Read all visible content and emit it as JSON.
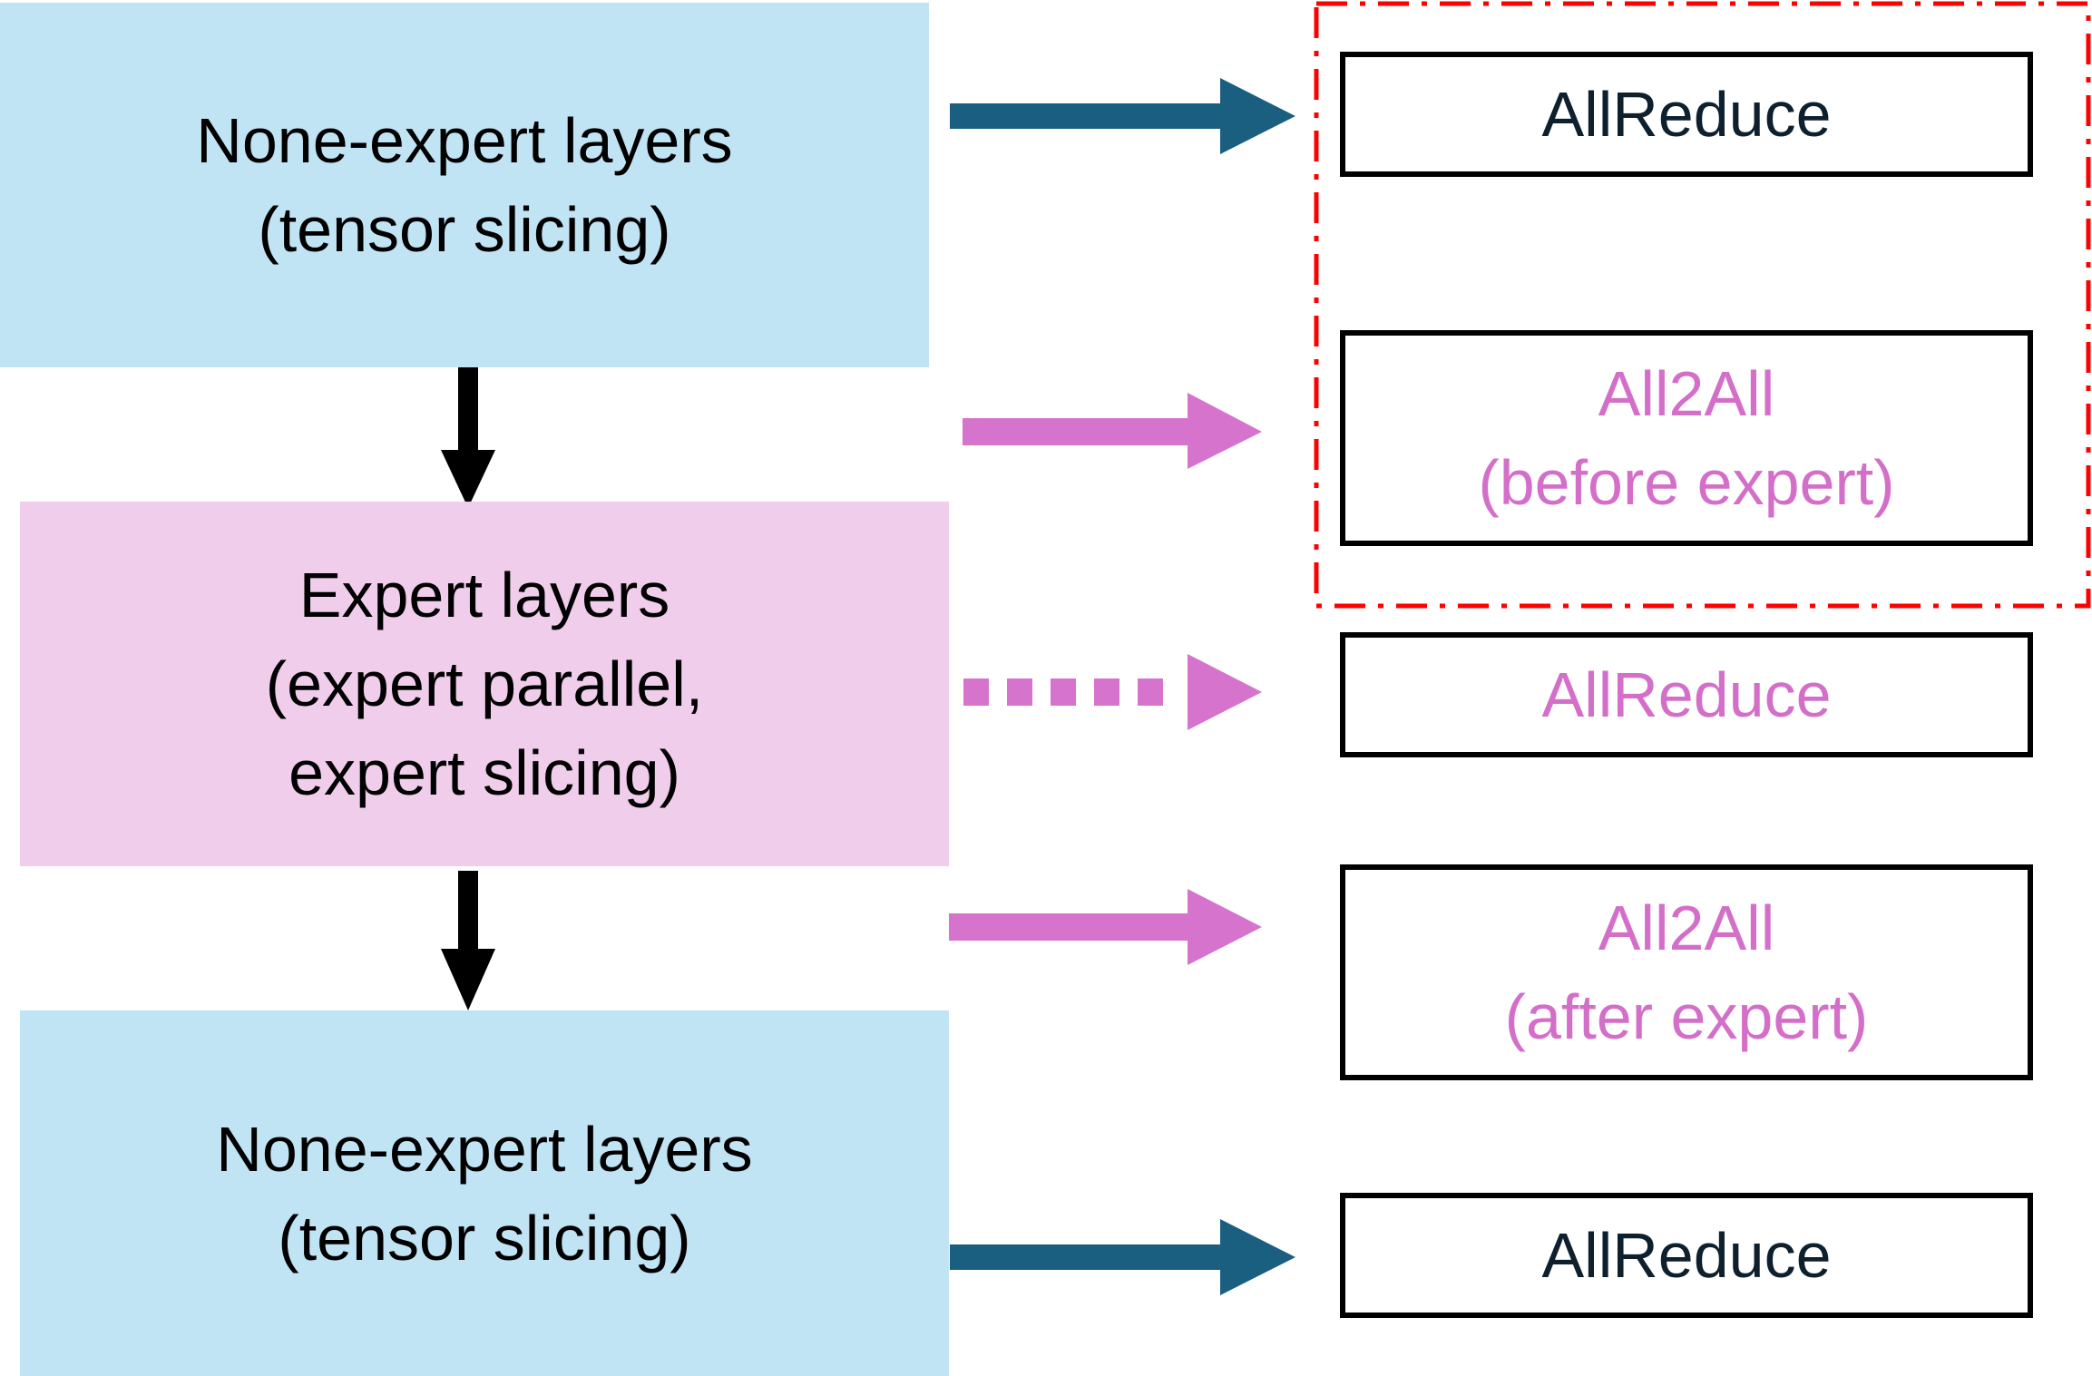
{
  "colors": {
    "non_expert_fill": "#c1e4f4",
    "expert_fill": "#f1cdec",
    "dark_text": "#0e1f2e",
    "pink": "#d46fc9",
    "teal_arrow": "#1a5e80",
    "pink_arrow": "#d674cd",
    "black_arrow": "#000000",
    "group_border": "#ff0000"
  },
  "layers": {
    "top": {
      "line1": "None-expert layers",
      "line2": "(tensor slicing)"
    },
    "middle": {
      "line1": "Expert layers",
      "line2": "(expert parallel,",
      "line3": "expert slicing)"
    },
    "bottom": {
      "line1": "None-expert layers",
      "line2": "(tensor slicing)"
    }
  },
  "comms": {
    "allreduce_top": {
      "label": "AllReduce"
    },
    "all2all_before": {
      "line1": "All2All",
      "line2": "(before expert)"
    },
    "allreduce_mid": {
      "label": "AllReduce"
    },
    "all2all_after": {
      "line1": "All2All",
      "line2": "(after expert)"
    },
    "allreduce_bottom": {
      "label": "AllReduce"
    }
  }
}
